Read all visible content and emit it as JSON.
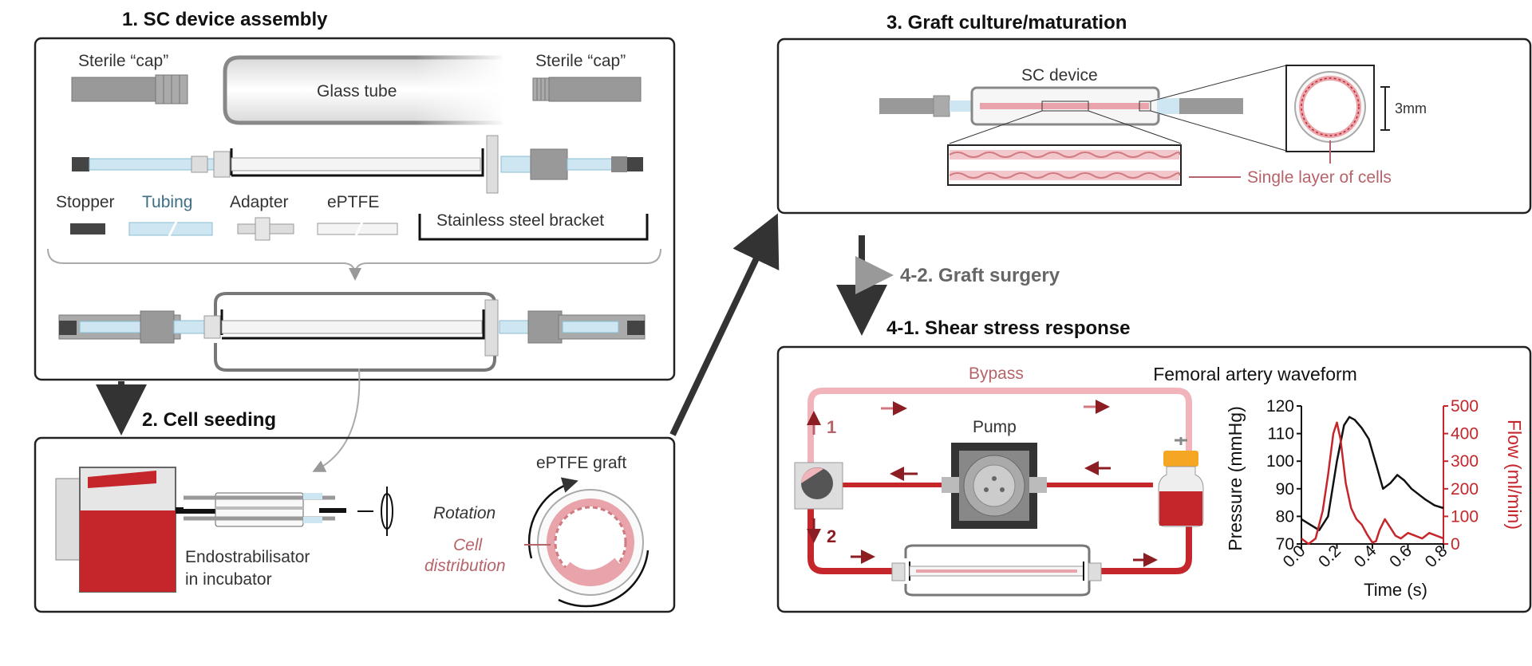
{
  "sections": {
    "s1": "1. SC device assembly",
    "s2": "2. Cell seeding",
    "s3": "3. Graft culture/maturation",
    "s41": "4-1. Shear stress response",
    "s42": "4-2. Graft surgery"
  },
  "assembly": {
    "cap_left": "Sterile “cap”",
    "cap_right": "Sterile “cap”",
    "glass_tube": "Glass tube",
    "stopper": "Stopper",
    "tubing": "Tubing",
    "adapter": "Adapter",
    "eptfe": "ePTFE",
    "bracket": "Stainless steel bracket"
  },
  "seeding": {
    "endo_line1": "Endostrabilisator",
    "endo_line2": "in incubator",
    "rotation": "Rotation",
    "eptfe_graft": "ePTFE graft",
    "cell_line1": "Cell",
    "cell_line2": "distribution"
  },
  "culture": {
    "sc_device": "SC device",
    "dimension": "3mm",
    "single_layer": "Single layer of cells"
  },
  "circuit": {
    "bypass": "Bypass",
    "pump": "Pump",
    "step1": "1",
    "step2": "2"
  },
  "colors": {
    "flow_red": "#c4262b",
    "dark_red": "#8c1d22",
    "bypass_pink": "#f0b4ba",
    "tubing_blue": "#cde6f1",
    "cell_pink": "#e8a4aa"
  },
  "chart_data": {
    "type": "line",
    "title": "Femoral artery waveform",
    "xlabel": "Time (s)",
    "ylabel": "Pressure (mmHg)",
    "y2label": "Flow (ml/min)",
    "xlim": [
      0,
      0.8
    ],
    "ylim": [
      70,
      120
    ],
    "y2lim": [
      0,
      500
    ],
    "xticks": [
      "0.0",
      "0.2",
      "0.4",
      "0.6",
      "0.8"
    ],
    "yticks": [
      "70",
      "80",
      "90",
      "100",
      "110",
      "120"
    ],
    "y2ticks": [
      "0",
      "100",
      "200",
      "300",
      "400",
      "500"
    ],
    "series": [
      {
        "name": "Pressure (mmHg)",
        "axis": "left",
        "color": "#111111",
        "x": [
          0.0,
          0.05,
          0.1,
          0.15,
          0.2,
          0.24,
          0.27,
          0.3,
          0.34,
          0.38,
          0.42,
          0.46,
          0.5,
          0.54,
          0.58,
          0.62,
          0.66,
          0.7,
          0.75,
          0.8
        ],
        "y": [
          79,
          77,
          75,
          80,
          100,
          113,
          116,
          115,
          112,
          108,
          99,
          90,
          92,
          95,
          93,
          90,
          88,
          86,
          84,
          83
        ]
      },
      {
        "name": "Flow (ml/min)",
        "axis": "right",
        "color": "#c4262b",
        "x": [
          0.0,
          0.04,
          0.08,
          0.12,
          0.15,
          0.18,
          0.2,
          0.22,
          0.25,
          0.28,
          0.31,
          0.34,
          0.37,
          0.4,
          0.42,
          0.44,
          0.47,
          0.5,
          0.53,
          0.56,
          0.6,
          0.64,
          0.68,
          0.72,
          0.76,
          0.8
        ],
        "y": [
          20,
          0,
          20,
          120,
          250,
          400,
          440,
          380,
          220,
          130,
          90,
          70,
          35,
          5,
          10,
          50,
          90,
          60,
          30,
          20,
          40,
          30,
          20,
          40,
          30,
          20
        ]
      }
    ]
  }
}
